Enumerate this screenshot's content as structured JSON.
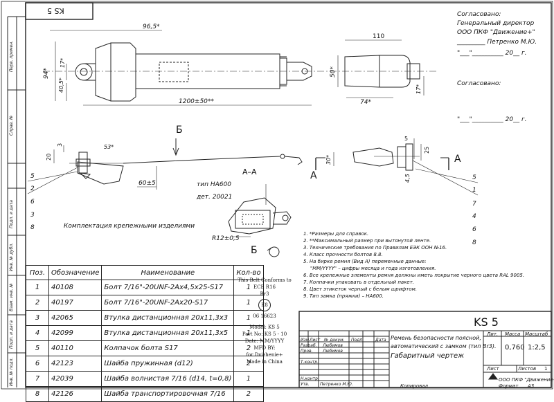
{
  "stamp_code": "KS 5",
  "side_labels": [
    "Инв. № подл.",
    "Подп. и дата",
    "Взам. инв. №",
    "Инв. № дубл.",
    "Подп. и дата",
    "Справ. №",
    "Перв. примен."
  ],
  "approvals": [
    {
      "title": "Согласовано:",
      "lines": [
        "Генеральный директор",
        "ООО ПКФ \"Движение+\"",
        "_________ Петренко М.Ю.",
        "\"___\"__________ 20__ г."
      ]
    },
    {
      "title": "Согласовано:",
      "lines": [
        "\"___\"__________ 20__ г."
      ]
    }
  ],
  "dimensions": {
    "d1": "96,5*",
    "d2": "110",
    "d3": "94*",
    "d4": "17*",
    "d5": "40,5*",
    "d6": "1200±50**",
    "d7": "50*",
    "d8": "17*",
    "d9": "74*",
    "d10": "20",
    "d11": "3",
    "d12": "53*",
    "d13": "60±5",
    "d14": "30*",
    "d15": "5",
    "d16": "25",
    "d17": "4,5",
    "d18": "R12±0,5"
  },
  "section_labels": {
    "b_top": "Б",
    "aa": "А–А",
    "a_left": "А",
    "a_right": "А",
    "b_view": "Б"
  },
  "callouts": {
    "type_label": "тип HA600",
    "part_label": "дет. 20021"
  },
  "item_numbers_left": [
    "5",
    "2",
    "6",
    "3",
    "8"
  ],
  "item_numbers_right": [
    "5",
    "1",
    "7",
    "4",
    "6",
    "8"
  ],
  "kit_caption": "Комплектация крепежными изделиями",
  "notes": [
    "1. *Размеры для справок.",
    "2. **Максимальный размер при вытянутой ленте.",
    "3. Технические требования по Правилам ЕЭК ООН №16.",
    "4. Класс прочности болтов 8.8.",
    "5. На бирке ремня (Вид А) переменные данные:",
    "\"ММ/YYYY\" – цифры месяца и года изготовления.",
    "6. Все крепежные элементы ремня должны иметь покрытие черного цвета RAL 9005.",
    "7. Колпачки упаковать в отдельный пакет.",
    "8. Цвет этикеток черный с белым шрифтом.",
    "9. Тип замка (пряжки) – HA600."
  ],
  "spec_table": {
    "headers": [
      "Поз.",
      "Обозначение",
      "Наименование",
      "Кол-во"
    ],
    "rows": [
      [
        "1",
        "40108",
        "Болт 7/16\"-20UNF-2Ax4,5x25-S17",
        "1"
      ],
      [
        "2",
        "40197",
        "Болт 7/16\"-20UNF-2Ax20-S17",
        "1"
      ],
      [
        "3",
        "42065",
        "Втулка дистанционная 20x11,3x3",
        "1"
      ],
      [
        "4",
        "42099",
        "Втулка дистанционная 20x11,3x5",
        "1"
      ],
      [
        "5",
        "40110",
        "Колпачок болта S17",
        "2"
      ],
      [
        "6",
        "42123",
        "Шайба пружинная (d12)",
        "2"
      ],
      [
        "7",
        "42039",
        "Шайба волнистая 7/16 (d14, t=0,8)",
        "1"
      ],
      [
        "8",
        "42126",
        "Шайба транспортировочная 7/16",
        "2"
      ]
    ]
  },
  "cert": {
    "lines": [
      "This Belt Conforms to",
      "ECE R16",
      "Br3"
    ],
    "mark": "E8",
    "number": "06 16623",
    "model": "Model: KS 5",
    "part": "Part No: KS 5 - 10",
    "date": "Date: MM/YYYY",
    "mfd": "MFD BY:",
    "maker": "for Dvizhenie+",
    "origin": "Made in China"
  },
  "title_block": {
    "code": "KS 5",
    "name_lines": [
      "Ремень безопасности поясной,",
      "автоматический с замком (тип Br3).",
      "Габаритный чертеж"
    ],
    "col_heads": [
      "Изм.",
      "Лист",
      "№ докум.",
      "Подп.",
      "Дата"
    ],
    "roles": [
      {
        "role": "Разраб.",
        "name": "Любимов"
      },
      {
        "role": "Пров.",
        "name": "Любимов"
      },
      {
        "role": "Т.контр.",
        "name": ""
      },
      {
        "role": "Н.контр.",
        "name": ""
      },
      {
        "role": "Утв.",
        "name": "Петренко М.Ю."
      }
    ],
    "lit_label": "Лит.",
    "mass_label": "Масса",
    "scale_label": "Масштаб",
    "mass": "0,760",
    "scale": "1:2,5",
    "sheet_label": "Лист",
    "sheets_label": "Листов",
    "sheets_count": "1",
    "company": "ООО ПКФ \"Движение+\"",
    "copied": "Копировал",
    "format_label": "Формат",
    "format": "А3"
  },
  "colors": {
    "line": "#222222",
    "paper": "#ffffff"
  }
}
